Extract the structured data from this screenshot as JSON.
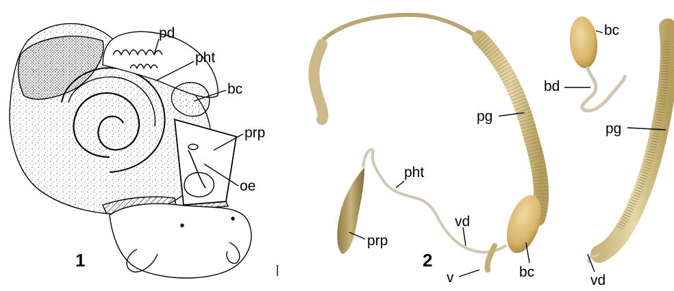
{
  "figures": {
    "fig1": {
      "number": "1",
      "labels": {
        "pd": "pd",
        "pht": "pht",
        "bc": "bc",
        "prp": "prp",
        "oe": "oe"
      }
    },
    "fig2": {
      "number": "2",
      "labels": {
        "pht": "pht",
        "prp": "prp",
        "vd": "vd",
        "v": "v",
        "bc": "bc",
        "pg": "pg"
      }
    },
    "fig3": {
      "labels": {
        "bc": "bc",
        "bd": "bd",
        "pg": "pg",
        "vd": "vd"
      }
    }
  },
  "colors": {
    "organ_fill": "#d8c48a",
    "organ_dark": "#a8934f",
    "bursa": "#d9b56a",
    "line": "#000000"
  }
}
